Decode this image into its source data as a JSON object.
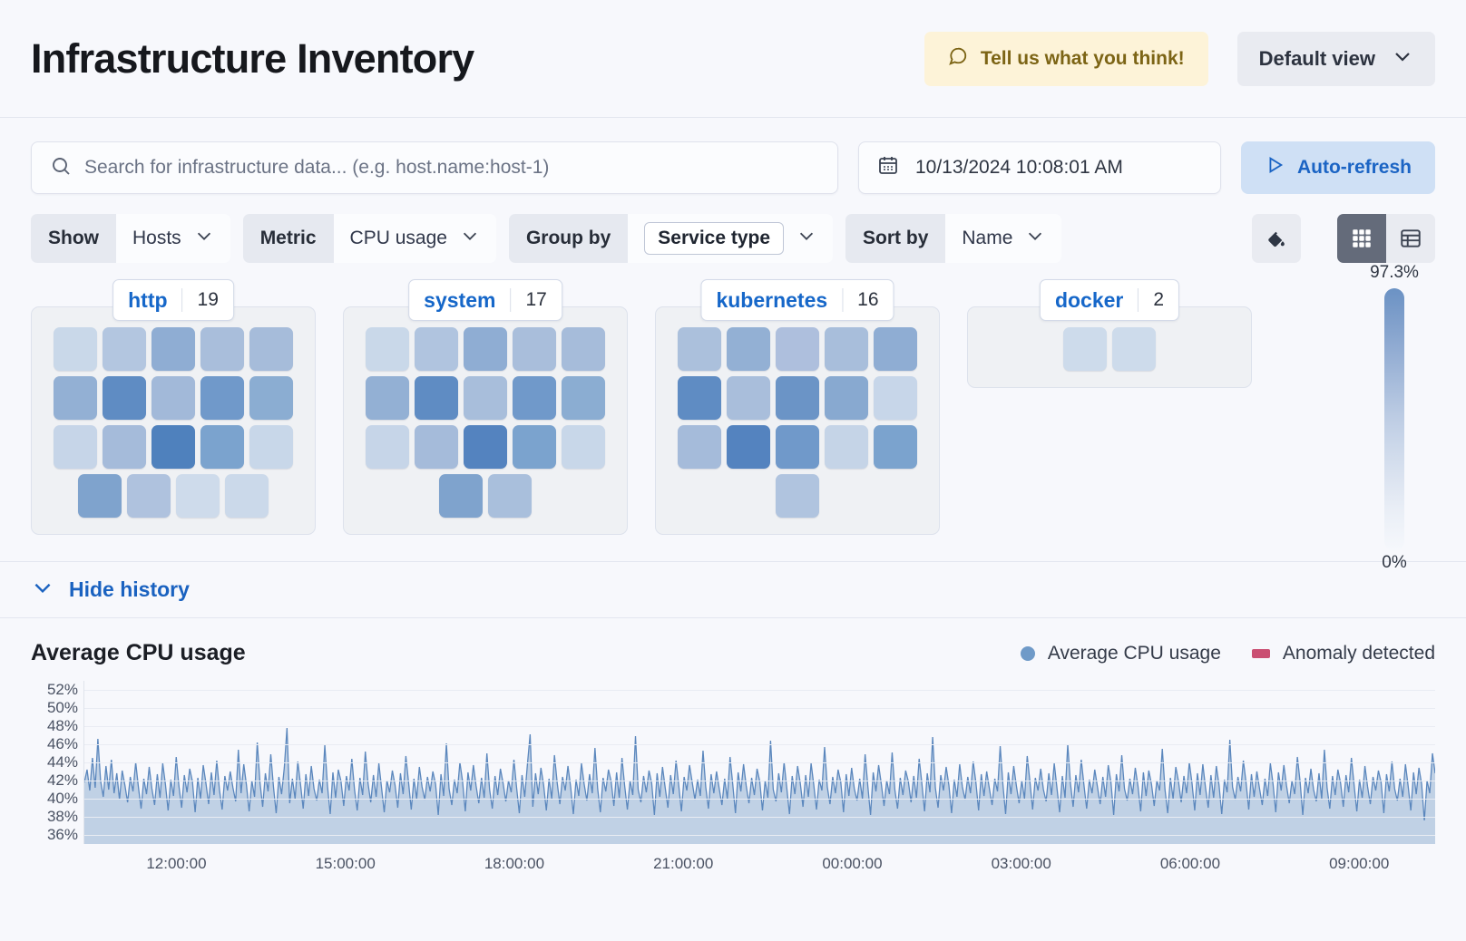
{
  "header": {
    "title": "Infrastructure Inventory",
    "feedback_label": "Tell us what you think!",
    "feedback_icon": "comment-icon",
    "view_label": "Default view",
    "view_icon": "chevron-down-icon"
  },
  "search": {
    "icon": "search-icon",
    "placeholder": "Search for infrastructure data... (e.g. host.name:host-1)",
    "value": ""
  },
  "datepicker": {
    "icon": "calendar-icon",
    "value": "10/13/2024 10:08:01 AM"
  },
  "refresh": {
    "icon": "play-icon",
    "label": "Auto-refresh"
  },
  "filters": [
    {
      "label": "Show",
      "value": "Hosts",
      "boxed": false
    },
    {
      "label": "Metric",
      "value": "CPU usage",
      "boxed": false
    },
    {
      "label": "Group by",
      "value": "Service type",
      "boxed": true
    },
    {
      "label": "Sort by",
      "value": "Name",
      "boxed": false
    }
  ],
  "view_controls": {
    "palette_icon": "color-fill-icon",
    "grid_icon": "grid-view-icon",
    "table_icon": "table-view-icon",
    "active": "grid-view-icon"
  },
  "legend": {
    "max_label": "97.3%",
    "min_label": "0%"
  },
  "groups": [
    {
      "name": "http",
      "count": "19",
      "cells": [
        "#c9d8e9",
        "#b3c6e0",
        "#8fadd3",
        "#a9bedb",
        "#a6bcda",
        "#93b0d4",
        "#5f8cc3",
        "#a2b9d9",
        "#7099ca",
        "#8badd2",
        "#c6d5e8",
        "#a5bbda",
        "#4f81bd",
        "#7ba3ce",
        "#c8d7e9",
        "#7fa3cd",
        "#afc2de",
        "#cedbeb",
        "#cbd9ea"
      ]
    },
    {
      "name": "system",
      "count": "17",
      "cells": [
        "#c9d8e9",
        "#b0c4df",
        "#8fadd3",
        "#a9bedb",
        "#a6bcda",
        "#93b0d4",
        "#5f8cc3",
        "#a8bedb",
        "#7099ca",
        "#8badd2",
        "#c6d5e8",
        "#a5bbda",
        "#5483bf",
        "#7ba3ce",
        "#c8d7e9",
        "#7fa3cd",
        "#a9bfdc"
      ]
    },
    {
      "name": "kubernetes",
      "count": "16",
      "cells": [
        "#abc0dc",
        "#93b0d4",
        "#aebfdd",
        "#a8bedb",
        "#8fadd3",
        "#5f8cc3",
        "#a9bedb",
        "#6b94c6",
        "#88a9d0",
        "#c7d6e9",
        "#a5bbda",
        "#5483bf",
        "#7099ca",
        "#c5d4e7",
        "#7ba3ce",
        "#b0c4df"
      ]
    },
    {
      "name": "docker",
      "count": "2",
      "cells": [
        "#cddbeb",
        "#cddbeb"
      ]
    }
  ],
  "history": {
    "toggle_label": "Hide history",
    "toggle_icon": "chevron-down-icon"
  },
  "chart_data": {
    "type": "area",
    "title": "Average CPU usage",
    "xlabel": "",
    "ylabel": "",
    "ylim": [
      35,
      53
    ],
    "grid": true,
    "legend_position": "top-right",
    "legend": [
      {
        "name": "Average CPU usage",
        "color": "#6f9ac8",
        "marker": "dot"
      },
      {
        "name": "Anomaly detected",
        "color": "#ca4f72",
        "marker": "square"
      }
    ],
    "ytick_labels": [
      "52%",
      "50%",
      "48%",
      "46%",
      "44%",
      "42%",
      "40%",
      "38%",
      "36%"
    ],
    "ytick_values": [
      52,
      50,
      48,
      46,
      44,
      42,
      40,
      38,
      36
    ],
    "xtick_labels": [
      "12:00:00",
      "15:00:00",
      "18:00:00",
      "21:00:00",
      "00:00:00",
      "03:00:00",
      "06:00:00",
      "09:00:00"
    ],
    "series": [
      {
        "name": "Average CPU usage",
        "values": [
          41.8,
          43.2,
          40.9,
          44.5,
          41.2,
          46.6,
          42.0,
          40.2,
          43.6,
          41.0,
          44.3,
          40.6,
          42.8,
          39.9,
          43.1,
          41.5,
          39.6,
          42.4,
          40.8,
          44.0,
          41.3,
          38.9,
          42.2,
          40.5,
          43.5,
          41.1,
          39.3,
          42.7,
          40.1,
          43.9,
          41.6,
          38.7,
          42.1,
          40.3,
          44.6,
          41.4,
          39.0,
          42.6,
          40.7,
          43.3,
          41.9,
          38.5,
          42.3,
          40.0,
          43.7,
          41.7,
          39.4,
          42.9,
          40.4,
          44.2,
          41.0,
          38.8,
          42.5,
          40.9,
          43.0,
          41.2,
          39.7,
          45.4,
          40.6,
          43.8,
          41.5,
          38.6,
          42.0,
          40.2,
          46.2,
          41.8,
          39.1,
          42.8,
          40.8,
          44.9,
          41.3,
          38.4,
          42.4,
          40.5,
          43.4,
          47.8,
          39.5,
          42.2,
          40.0,
          44.1,
          41.6,
          38.9,
          42.7,
          40.3,
          43.6,
          41.1,
          39.8,
          42.1,
          40.6,
          45.9,
          41.4,
          38.3,
          42.9,
          40.1,
          43.2,
          41.9,
          39.2,
          42.5,
          40.9,
          44.4,
          41.0,
          38.7,
          42.3,
          40.4,
          45.2,
          41.7,
          39.6,
          42.6,
          40.2,
          43.9,
          41.2,
          38.5,
          42.0,
          40.7,
          43.1,
          41.5,
          39.0,
          42.8,
          40.5,
          44.7,
          41.8,
          38.8,
          42.2,
          40.0,
          43.5,
          41.3,
          39.9,
          42.4,
          40.8,
          43.0,
          41.6,
          38.2,
          42.7,
          40.3,
          46.1,
          41.1,
          39.3,
          42.1,
          40.6,
          44.0,
          41.9,
          38.6,
          42.9,
          40.9,
          43.7,
          41.4,
          39.5,
          42.3,
          40.1,
          45.0,
          41.0,
          38.9,
          42.5,
          40.4,
          43.3,
          41.7,
          39.7,
          42.0,
          40.7,
          44.3,
          41.2,
          38.4,
          42.6,
          40.2,
          43.8,
          47.1,
          39.1,
          42.8,
          40.5,
          43.4,
          41.5,
          38.7,
          42.2,
          40.0,
          44.8,
          41.8,
          39.4,
          42.4,
          40.9,
          43.6,
          41.3,
          38.3,
          42.1,
          40.3,
          43.9,
          41.6,
          39.8,
          42.7,
          40.6,
          45.6,
          41.1,
          38.5,
          42.3,
          40.8,
          43.2,
          41.9,
          39.2,
          42.9,
          40.1,
          44.5,
          41.4,
          38.8,
          42.0,
          40.4,
          46.9,
          41.0,
          39.6,
          42.5,
          40.7,
          43.1,
          41.7,
          38.2,
          42.8,
          40.2,
          43.5,
          41.2,
          39.0,
          42.6,
          40.5,
          44.2,
          41.5,
          38.6,
          42.4,
          40.9,
          43.7,
          41.8,
          39.9,
          42.1,
          40.3,
          45.3,
          41.3,
          38.9,
          42.7,
          40.6,
          43.0,
          41.1,
          39.3,
          42.2,
          40.0,
          44.6,
          41.6,
          38.4,
          42.9,
          40.8,
          43.8,
          41.4,
          39.5,
          42.3,
          40.4,
          43.3,
          41.9,
          38.7,
          42.0,
          40.1,
          46.4,
          41.0,
          39.7,
          42.8,
          40.7,
          44.0,
          41.2,
          38.3,
          42.5,
          40.5,
          43.6,
          41.7,
          39.1,
          42.6,
          40.2,
          43.9,
          41.5,
          38.8,
          42.1,
          40.9,
          45.7,
          41.3,
          39.4,
          42.4,
          40.6,
          43.2,
          41.8,
          38.5,
          42.7,
          40.3,
          43.4,
          41.1,
          39.8,
          42.2,
          40.0,
          44.9,
          41.4,
          38.2,
          42.9,
          40.8,
          43.7,
          41.6,
          39.2,
          42.0,
          40.5,
          45.1,
          41.0,
          38.9,
          42.3,
          40.4,
          43.1,
          41.9,
          39.6,
          42.5,
          40.1,
          44.4,
          41.7,
          38.6,
          42.8,
          40.7,
          46.8,
          41.2,
          39.0,
          42.6,
          40.9,
          43.5,
          41.5,
          38.4,
          42.1,
          40.2,
          43.8,
          41.3,
          39.9,
          42.4,
          40.6,
          44.1,
          41.8,
          38.7,
          42.7,
          40.3,
          43.0,
          41.1,
          39.3,
          42.2,
          40.8,
          45.8,
          41.6,
          38.3,
          42.9,
          40.5,
          43.6,
          41.4,
          39.5,
          42.0,
          40.0,
          44.7,
          41.9,
          38.8,
          42.3,
          40.9,
          43.3,
          41.0,
          39.7,
          42.8,
          40.4,
          43.9,
          41.2,
          38.5,
          42.5,
          40.1,
          46.0,
          41.7,
          39.1,
          42.6,
          40.7,
          44.3,
          41.5,
          38.9,
          42.1,
          40.6,
          43.2,
          41.3,
          39.4,
          42.4,
          40.2,
          43.7,
          41.8,
          38.2,
          42.7,
          40.8,
          44.8,
          41.1,
          39.8,
          42.2,
          40.5,
          43.4,
          41.4,
          38.6,
          42.9,
          40.3,
          43.1,
          41.6,
          39.2,
          42.0,
          40.9,
          45.5,
          41.0,
          38.4,
          42.3,
          40.0,
          43.5,
          41.9,
          39.6,
          42.5,
          40.6,
          44.0,
          41.7,
          38.7,
          42.8,
          40.4,
          43.8,
          41.2,
          39.0,
          42.6,
          40.1,
          43.6,
          41.5,
          38.3,
          42.1,
          40.7,
          46.5,
          41.3,
          39.9,
          42.4,
          40.8,
          44.2,
          41.8,
          38.8,
          42.7,
          40.2,
          43.0,
          41.1,
          39.3,
          42.2,
          40.3,
          43.9,
          41.6,
          38.5,
          42.9,
          40.9,
          43.7,
          41.4,
          39.5,
          42.0,
          40.5,
          44.6,
          41.9,
          38.2,
          42.3,
          40.6,
          43.3,
          41.0,
          39.7,
          42.8,
          40.0,
          45.4,
          41.2,
          38.9,
          42.5,
          40.4,
          43.2,
          41.7,
          39.1,
          42.6,
          40.7,
          44.5,
          41.5,
          38.6,
          42.1,
          40.1,
          43.6,
          41.3,
          39.4,
          42.4,
          40.9,
          43.1,
          41.8,
          38.4,
          42.7,
          40.8,
          44.1,
          41.1,
          39.8,
          42.2,
          40.2,
          43.8,
          41.4,
          38.7,
          42.9,
          40.5,
          43.4,
          41.6,
          37.6,
          42.0,
          40.6,
          45.0,
          42.8
        ]
      }
    ]
  }
}
